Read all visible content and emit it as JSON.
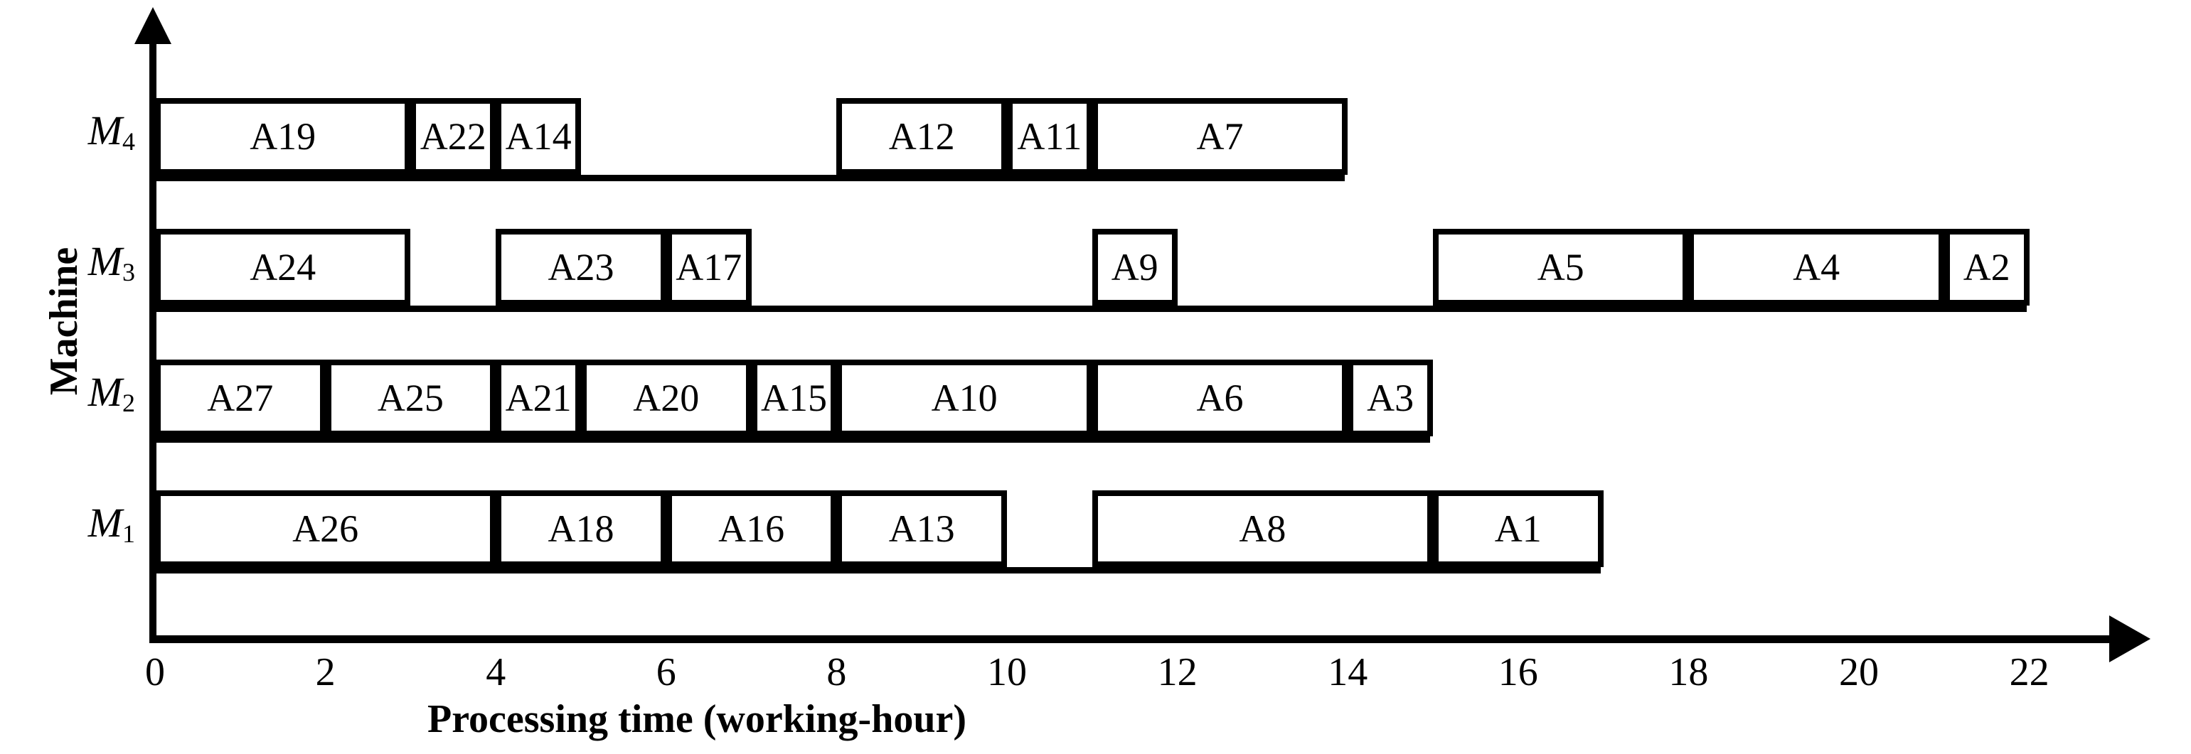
{
  "axes": {
    "y_label": "Machine",
    "x_label": "Processing time (working-hour)",
    "x_ticks": [
      0,
      2,
      4,
      6,
      8,
      10,
      12,
      14,
      16,
      18,
      20,
      22
    ],
    "y_categories": [
      "M1",
      "M2",
      "M3",
      "M4"
    ]
  },
  "machines": [
    {
      "id": "M4",
      "base": "M",
      "sub": "4"
    },
    {
      "id": "M3",
      "base": "M",
      "sub": "3"
    },
    {
      "id": "M2",
      "base": "M",
      "sub": "2"
    },
    {
      "id": "M1",
      "base": "M",
      "sub": "1"
    }
  ],
  "chart_data": {
    "type": "bar",
    "title": "",
    "xlabel": "Processing time (working-hour)",
    "ylabel": "Machine",
    "xlim": [
      0,
      22
    ],
    "xticks": [
      0,
      2,
      4,
      6,
      8,
      10,
      12,
      14,
      16,
      18,
      20,
      22
    ],
    "categories": [
      "M4",
      "M3",
      "M2",
      "M1"
    ],
    "grid": false,
    "legend": null,
    "orientation": "horizontal-gantt",
    "series": [
      {
        "name": "M4",
        "tasks": [
          {
            "label": "A19",
            "start": 0,
            "end": 3,
            "duration": 3
          },
          {
            "label": "A22",
            "start": 3,
            "end": 4,
            "duration": 1
          },
          {
            "label": "A14",
            "start": 4,
            "end": 5,
            "duration": 1
          },
          {
            "label": "A12",
            "start": 8,
            "end": 10,
            "duration": 2
          },
          {
            "label": "A11",
            "start": 10,
            "end": 11,
            "duration": 1
          },
          {
            "label": "A7",
            "start": 11,
            "end": 14,
            "duration": 3
          }
        ]
      },
      {
        "name": "M3",
        "tasks": [
          {
            "label": "A24",
            "start": 0,
            "end": 3,
            "duration": 3
          },
          {
            "label": "A23",
            "start": 4,
            "end": 6,
            "duration": 2
          },
          {
            "label": "A17",
            "start": 6,
            "end": 7,
            "duration": 1
          },
          {
            "label": "A9",
            "start": 11,
            "end": 12,
            "duration": 1
          },
          {
            "label": "A5",
            "start": 15,
            "end": 18,
            "duration": 3
          },
          {
            "label": "A4",
            "start": 18,
            "end": 21,
            "duration": 3
          },
          {
            "label": "A2",
            "start": 21,
            "end": 22,
            "duration": 1
          }
        ]
      },
      {
        "name": "M2",
        "tasks": [
          {
            "label": "A27",
            "start": 0,
            "end": 2,
            "duration": 2
          },
          {
            "label": "A25",
            "start": 2,
            "end": 4,
            "duration": 2
          },
          {
            "label": "A21",
            "start": 4,
            "end": 5,
            "duration": 1
          },
          {
            "label": "A20",
            "start": 5,
            "end": 7,
            "duration": 2
          },
          {
            "label": "A15",
            "start": 7,
            "end": 8,
            "duration": 1
          },
          {
            "label": "A10",
            "start": 8,
            "end": 11,
            "duration": 3
          },
          {
            "label": "A6",
            "start": 11,
            "end": 14,
            "duration": 3
          },
          {
            "label": "A3",
            "start": 14,
            "end": 15,
            "duration": 1
          }
        ]
      },
      {
        "name": "M1",
        "tasks": [
          {
            "label": "A26",
            "start": 0,
            "end": 4,
            "duration": 4
          },
          {
            "label": "A18",
            "start": 4,
            "end": 6,
            "duration": 2
          },
          {
            "label": "A16",
            "start": 6,
            "end": 8,
            "duration": 2
          },
          {
            "label": "A13",
            "start": 8,
            "end": 10,
            "duration": 2
          },
          {
            "label": "A8",
            "start": 11,
            "end": 15,
            "duration": 4
          },
          {
            "label": "A1",
            "start": 15,
            "end": 17,
            "duration": 2
          }
        ]
      }
    ]
  }
}
